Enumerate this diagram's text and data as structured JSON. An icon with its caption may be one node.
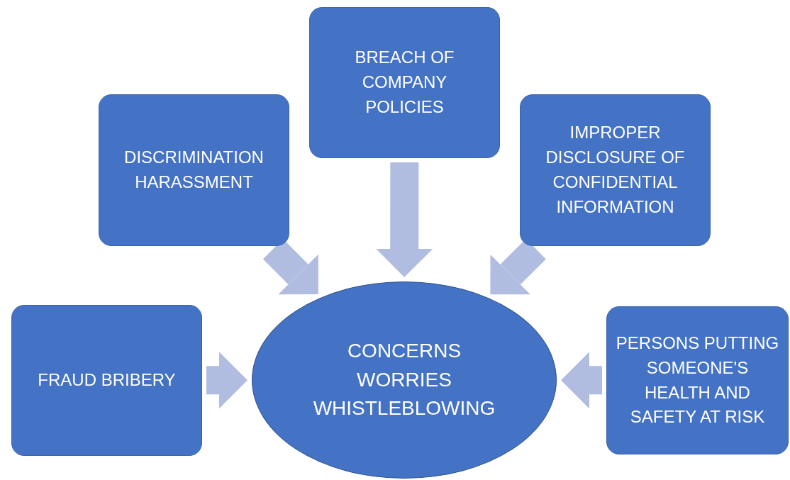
{
  "diagram": {
    "nodes": [
      {
        "text": [
          "CONCERNS WORRIES WHISTLEBLOWING"
        ]
      },
      {
        "text": [
          "DISCRIMINATION HARASSMENT"
        ]
      },
      {
        "text": [
          "BREACH OF COMPANY POLICIES"
        ]
      },
      {
        "text": [
          "IMPROPER DISCLOSURE OF CONFIDENTIAL INFORMATION"
        ]
      },
      {
        "text": [
          "FRAUD BRIBERY"
        ]
      },
      {
        "text": [
          "PERSONS PUTTING SOMEONE'S HEALTH AND SAFETY AT RISK"
        ]
      }
    ],
    "edges": [
      {
        "from": 1,
        "to": 0,
        "arrow": "to"
      },
      {
        "from": 2,
        "to": 0,
        "arrow": "to"
      },
      {
        "from": 3,
        "to": 0,
        "arrow": "to"
      },
      {
        "from": 4,
        "to": 0,
        "arrow": "to"
      },
      {
        "from": 5,
        "to": 0,
        "arrow": "to"
      }
    ]
  }
}
